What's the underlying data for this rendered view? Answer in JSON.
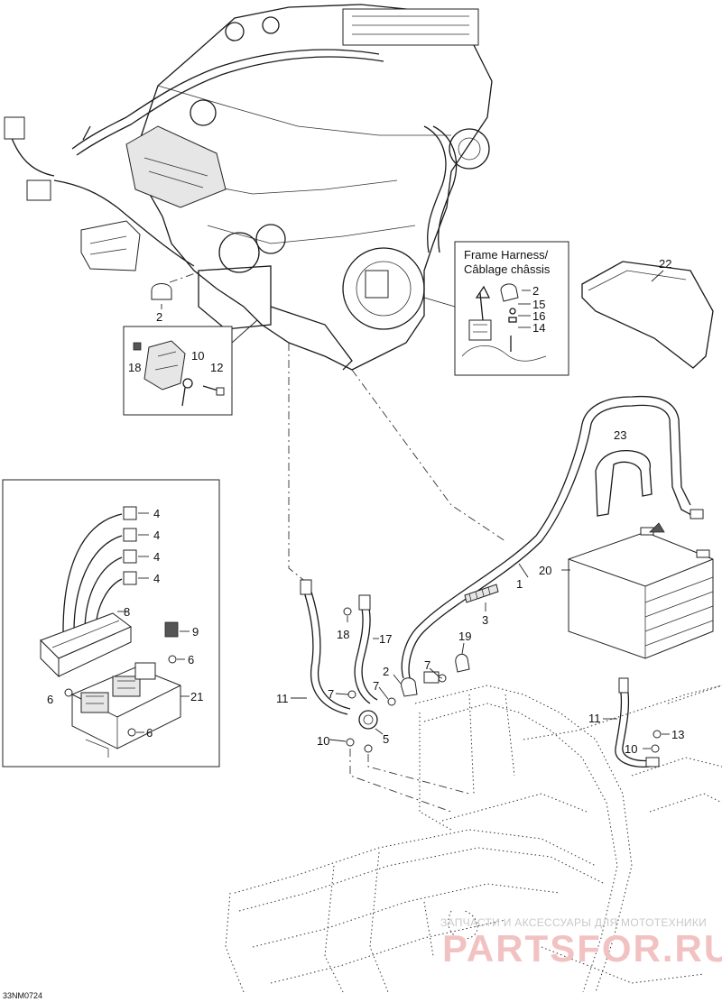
{
  "diagram": {
    "frame_harness_box": {
      "line1": "Frame Harness/",
      "line2": "Câblage châssis"
    },
    "callouts": {
      "c2_top": "2",
      "c2_frame": "2",
      "c15": "15",
      "c16": "16",
      "c14": "14",
      "c22": "22",
      "c18_left": "18",
      "c10_left": "10",
      "c12": "12",
      "c23": "23",
      "c1": "1",
      "c20": "20",
      "c3": "3",
      "c4_a": "4",
      "c4_b": "4",
      "c4_c": "4",
      "c4_d": "4",
      "c8": "8",
      "c9": "9",
      "c6_a": "6",
      "c6_b": "6",
      "c6_c": "6",
      "c21": "21",
      "c18_mid": "18",
      "c17": "17",
      "c19": "19",
      "c2_mid": "2",
      "c7_a": "7",
      "c7_b": "7",
      "c7_c": "7",
      "c11_left": "11",
      "c10_mid": "10",
      "c5": "5",
      "c11_right": "11",
      "c13": "13",
      "c10_right": "10"
    },
    "drawing_ref": "33NM0724"
  },
  "watermark": {
    "small": "ЗАПЧАСТИ И АКСЕССУАРЫ ДЛЯ МОТОТЕХНИКИ",
    "big": "PARTSFOR.RU"
  }
}
